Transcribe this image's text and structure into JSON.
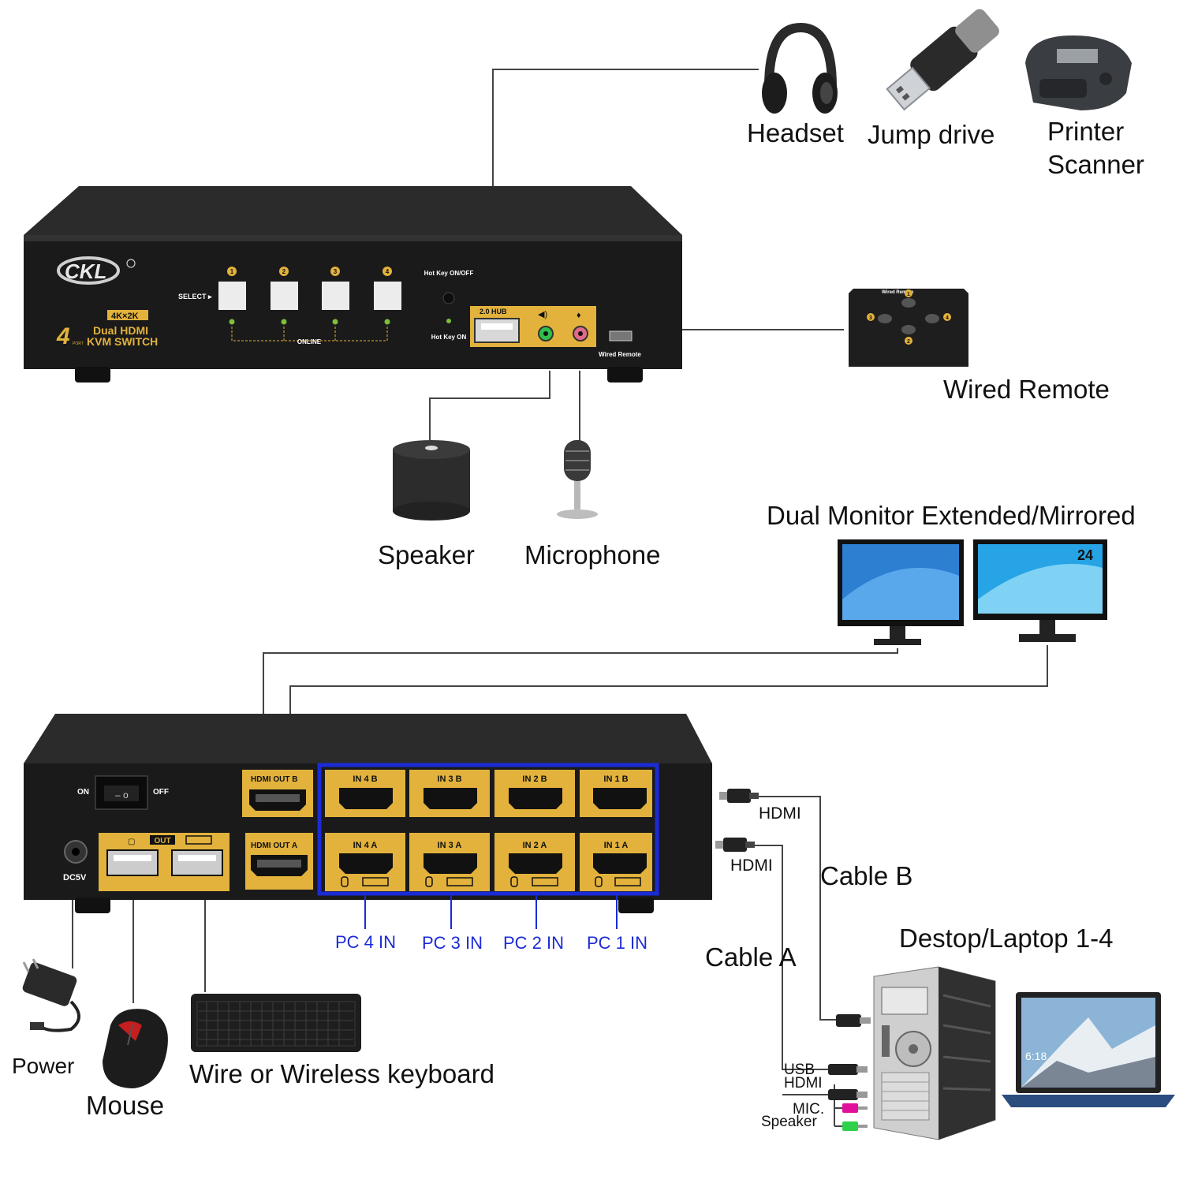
{
  "peripherals": {
    "headset": "Headset",
    "jump_drive": "Jump drive",
    "printer_line1": "Printer",
    "printer_line2": "Scanner",
    "wired_remote": "Wired Remote",
    "speaker": "Speaker",
    "microphone": "Microphone",
    "dual_monitor": "Dual Monitor Extended/Mirrored",
    "monitor_size": "24",
    "power": "Power",
    "mouse": "Mouse",
    "keyboard": "Wire or Wireless keyboard",
    "computers": "Destop/Laptop 1-4",
    "laptop_clock": "6:18"
  },
  "front_panel": {
    "brand": "CKL",
    "resolution": "4K×2K",
    "port_count": "4",
    "port_word": "PORT",
    "product_line1": "Dual HDMI",
    "product_line2": "KVM SWITCH",
    "select_label": "SELECT ▸",
    "buttons": [
      "1",
      "2",
      "3",
      "4"
    ],
    "online_label": "ONLINE",
    "hotkey_top": "Hot Key ON/OFF",
    "hotkey_bottom": "Hot Key ON",
    "hub_label": "2.0 HUB",
    "wired_remote_port": "Wired Remote"
  },
  "remote": {
    "title": "Wired Remote",
    "buttons": [
      "1",
      "2",
      "3",
      "4"
    ]
  },
  "rear_panel": {
    "switch_on": "ON",
    "switch_off": "OFF",
    "dc_label": "DC5V",
    "out_label": "OUT",
    "hdmi_out_b": "HDMI OUT B",
    "hdmi_out_a": "HDMI OUT A",
    "inputs_b": [
      "IN 4 B",
      "IN 3 B",
      "IN 2 B",
      "IN 1 B"
    ],
    "inputs_a": [
      "IN 4 A",
      "IN 3 A",
      "IN 2 A",
      "IN 1 A"
    ],
    "pc_labels": [
      "PC 4 IN",
      "PC 3 IN",
      "PC 2 IN",
      "PC 1 IN"
    ]
  },
  "cables": {
    "hdmi_top": "HDMI",
    "hdmi_bottom": "HDMI",
    "cable_b": "Cable B",
    "cable_a": "Cable A",
    "usb": "USB",
    "hdmi": "HDMI",
    "mic": "MIC.",
    "speaker": "Speaker"
  },
  "colors": {
    "device_body": "#1a1a1a",
    "gold_panel": "#e2b23c",
    "highlight_box": "#1b2bd6",
    "pc_label_text": "#1b2bd6",
    "mic_jack": "#e0109a",
    "speaker_jack": "#2fd04a"
  }
}
